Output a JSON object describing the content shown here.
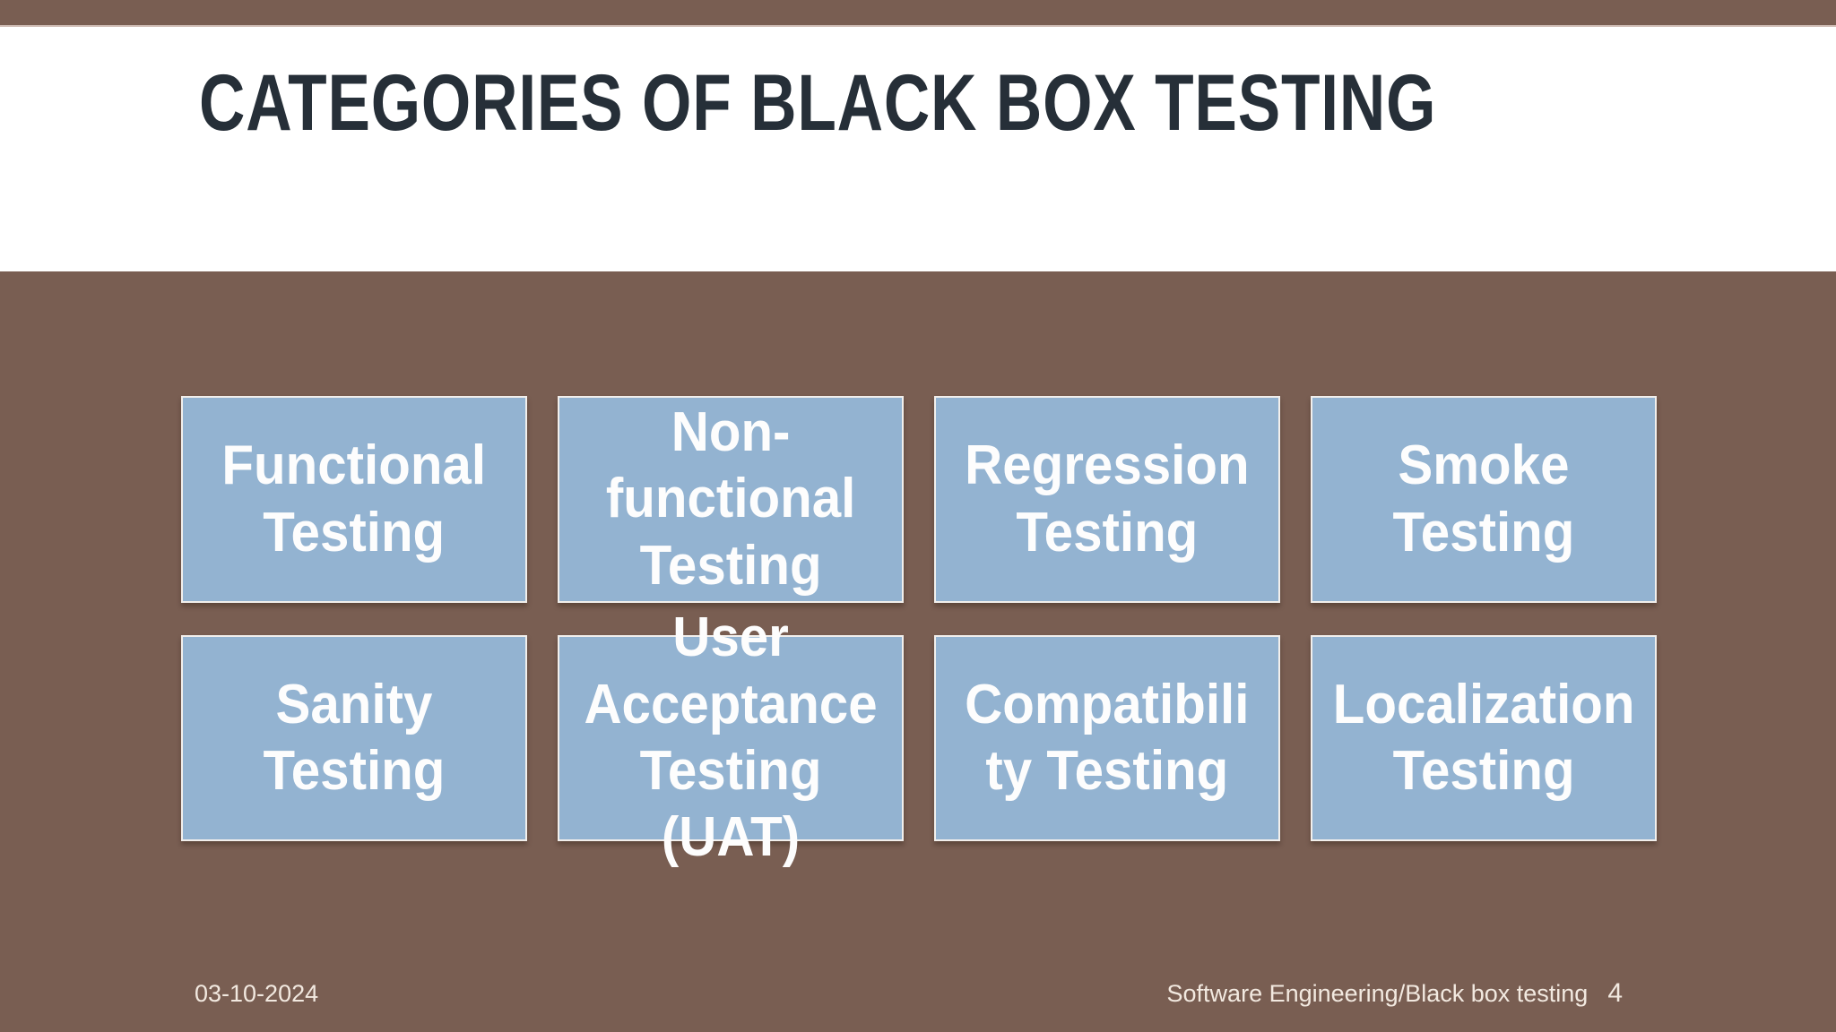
{
  "slide": {
    "title": "CATEGORIES OF BLACK BOX TESTING",
    "categories": [
      {
        "label": "Functional\nTesting"
      },
      {
        "label": "Non-\nfunctional\nTesting"
      },
      {
        "label": "Regression\nTesting"
      },
      {
        "label": "Smoke\nTesting"
      },
      {
        "label": "Sanity\nTesting"
      },
      {
        "label": "User\nAcceptance\nTesting\n(UAT)"
      },
      {
        "label": "Compatibili\nty Testing"
      },
      {
        "label": "Localization\nTesting"
      }
    ],
    "footer": {
      "date": "03-10-2024",
      "doc_title": "Software Engineering/Black box testing",
      "page_number": "4"
    },
    "colors": {
      "background_brown": "#795e52",
      "box_blue": "#93b3d1",
      "box_border_white": "#f2efec",
      "title_dark": "#262f38",
      "footer_cream": "#f2e9e0"
    }
  }
}
